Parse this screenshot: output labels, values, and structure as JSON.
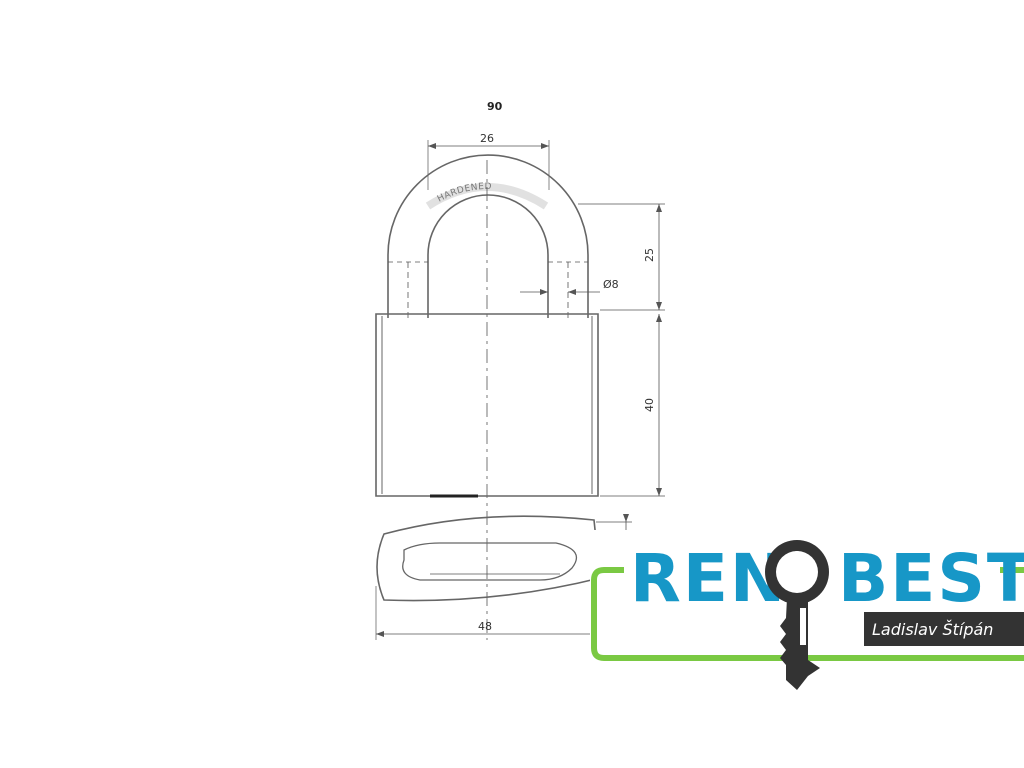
{
  "drawing": {
    "dim_total": "90",
    "dim_shackle_width": "26",
    "dim_shackle_height": "25",
    "dim_shackle_diameter": "Ø8",
    "dim_body_height": "40",
    "dim_body_width": "48",
    "shackle_marking": "HARDENED"
  },
  "logo": {
    "brand_left": "REN",
    "brand_right": "BEST",
    "tagline": "Ladislav Štípán",
    "green_color": "#7ac943",
    "blue_color": "#1797c7",
    "dark_color": "#333333"
  }
}
